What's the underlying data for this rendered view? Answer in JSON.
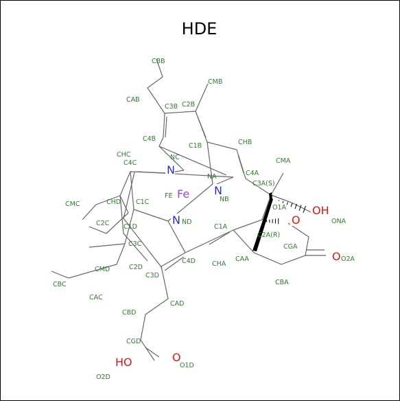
{
  "title": "HDE",
  "colors": {
    "bond": "#666666",
    "carbon_label": "#2d7d2d",
    "nitrogen": "#2b2bd6",
    "iron": "#a046c8",
    "oxygen": "#e01414",
    "wedge": "#000000"
  },
  "atoms": [
    {
      "id": "Fe",
      "symbol": "Fe",
      "element": "Fe"
    },
    {
      "id": "NA",
      "symbol": "N",
      "element": "N"
    },
    {
      "id": "NC",
      "symbol": "N",
      "element": "N"
    },
    {
      "id": "ND",
      "symbol": "N",
      "element": "N"
    },
    {
      "id": "O1A",
      "symbol": "OH",
      "element": "O"
    },
    {
      "id": "O2A",
      "symbol": "O",
      "element": "O"
    },
    {
      "id": "OL",
      "symbol": "O",
      "element": "O"
    },
    {
      "id": "O1D",
      "symbol": "O",
      "element": "O"
    },
    {
      "id": "O2D",
      "symbol": "HO",
      "element": "O"
    }
  ],
  "labels": [
    {
      "id": "l_CBB",
      "text": "CBB",
      "element": "C"
    },
    {
      "id": "l_CAB",
      "text": "CAB",
      "element": "C"
    },
    {
      "id": "l_C3B",
      "text": "C3B",
      "element": "C"
    },
    {
      "id": "l_C2B",
      "text": "C2B",
      "element": "C"
    },
    {
      "id": "l_CMB",
      "text": "CMB",
      "element": "C"
    },
    {
      "id": "l_C4B",
      "text": "C4B",
      "element": "C"
    },
    {
      "id": "l_C1B",
      "text": "C1B",
      "element": "C"
    },
    {
      "id": "l_CHB",
      "text": "CHB",
      "element": "C"
    },
    {
      "id": "l_CHC",
      "text": "CHC",
      "element": "C"
    },
    {
      "id": "l_C4C",
      "text": "C4C",
      "element": "C"
    },
    {
      "id": "l_NC",
      "text": "NC",
      "element": "C"
    },
    {
      "id": "l_NA",
      "text": "NA",
      "element": "C"
    },
    {
      "id": "l_C4A",
      "text": "C4A",
      "element": "C"
    },
    {
      "id": "l_CMA",
      "text": "CMA",
      "element": "C"
    },
    {
      "id": "l_C3AS",
      "text": "C3A(S)",
      "element": "C"
    },
    {
      "id": "l_FE",
      "text": "FE",
      "element": "C"
    },
    {
      "id": "l_CHD",
      "text": "CHD",
      "element": "C"
    },
    {
      "id": "l_C1C",
      "text": "C1C",
      "element": "C"
    },
    {
      "id": "l_CMC",
      "text": "CMC",
      "element": "C"
    },
    {
      "id": "l_NB",
      "text": "NB",
      "element": "C"
    },
    {
      "id": "l_O1A",
      "text": "O1A",
      "element": "C"
    },
    {
      "id": "l_ONA",
      "text": "ONA",
      "element": "C"
    },
    {
      "id": "l_C2C",
      "text": "C2C",
      "element": "C"
    },
    {
      "id": "l_ND",
      "text": "ND",
      "element": "C"
    },
    {
      "id": "l_C1D",
      "text": "C1D",
      "element": "C"
    },
    {
      "id": "l_C1A",
      "text": "C1A",
      "element": "C"
    },
    {
      "id": "l_C2AR",
      "text": "C2A(R)",
      "element": "C"
    },
    {
      "id": "l_C3C",
      "text": "C3C",
      "element": "C"
    },
    {
      "id": "l_CGA",
      "text": "CGA",
      "element": "C"
    },
    {
      "id": "l_O2A",
      "text": "O2A",
      "element": "C"
    },
    {
      "id": "l_CAA",
      "text": "CAA",
      "element": "C"
    },
    {
      "id": "l_CHA",
      "text": "CHA",
      "element": "C"
    },
    {
      "id": "l_C4D",
      "text": "C4D",
      "element": "C"
    },
    {
      "id": "l_C2D",
      "text": "C2D",
      "element": "C"
    },
    {
      "id": "l_CMD",
      "text": "CMD",
      "element": "C"
    },
    {
      "id": "l_C3D",
      "text": "C3D",
      "element": "C"
    },
    {
      "id": "l_CBA",
      "text": "CBA",
      "element": "C"
    },
    {
      "id": "l_CBC",
      "text": "CBC",
      "element": "C"
    },
    {
      "id": "l_CAC",
      "text": "CAC",
      "element": "C"
    },
    {
      "id": "l_CAD",
      "text": "CAD",
      "element": "C"
    },
    {
      "id": "l_CBD",
      "text": "CBD",
      "element": "C"
    },
    {
      "id": "l_CGD",
      "text": "CGD",
      "element": "C"
    },
    {
      "id": "l_O1D",
      "text": "O1D",
      "element": "C"
    },
    {
      "id": "l_O2D",
      "text": "O2D",
      "element": "C"
    }
  ]
}
